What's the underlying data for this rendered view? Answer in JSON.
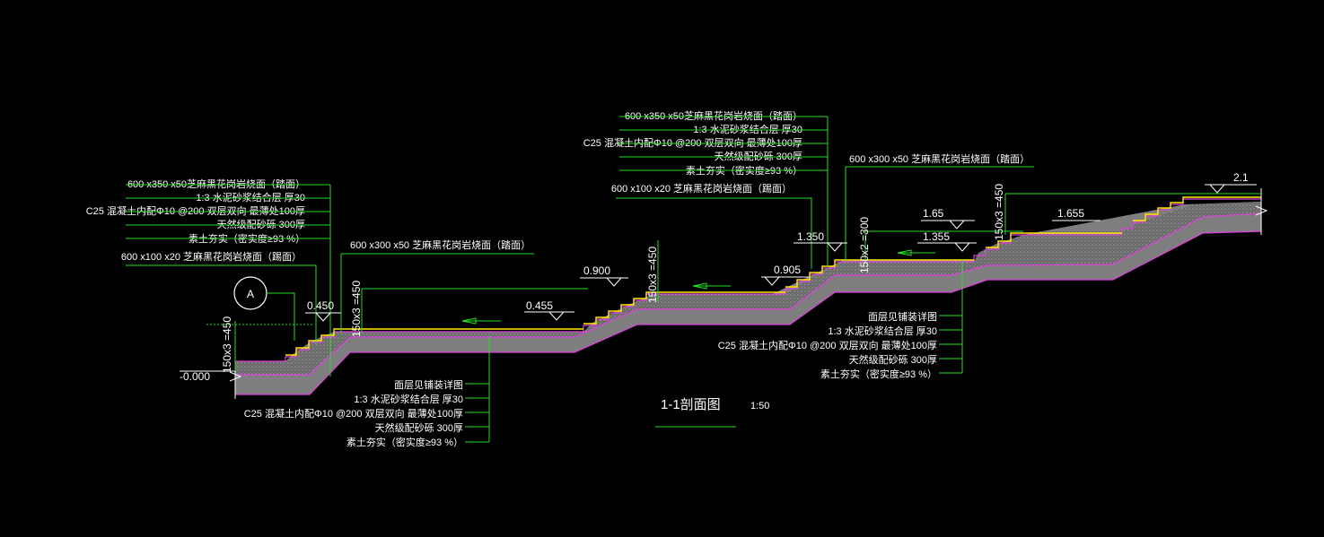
{
  "drawing": {
    "title": "1-1剖面图",
    "scale": "1:50",
    "marker": "A"
  },
  "labels_left": {
    "items": [
      "600 x350 x50芝麻黑花岗岩烧面（踏面）",
      "1:3 水泥砂浆结合层  厚30",
      "C25 混凝土内配Φ10 @200 双层双向  最薄处100厚",
      "天然级配砂砾  300厚",
      "素土夯实（密实度≥93 %）"
    ],
    "riser": "600 x100 x20 芝麻黑花岗岩烧面（踢面）",
    "tread2": "600 x300 x50 芝麻黑花岗岩烧面（踏面）"
  },
  "labels_mid_top": {
    "items": [
      "600 x350 x50芝麻黑花岗岩烧面（踏面）",
      "1:3 水泥砂浆结合层  厚30",
      "C25 混凝土内配Φ10 @200 双层双向  最薄处100厚",
      "天然级配砂砾  300厚",
      "素土夯实（密实度≥93 %）"
    ],
    "riser": "600 x100 x20 芝麻黑花岗岩烧面（踢面）",
    "tread2": "600 x300 x50 芝麻黑花岗岩烧面（踏面）"
  },
  "labels_bottom_left": {
    "items": [
      "面层见铺装详图",
      "1:3 水泥砂浆结合层  厚30",
      "C25 混凝土内配Φ10 @200 双层双向  最薄处100厚",
      "天然级配砂砾  300厚",
      "素土夯实（密实度≥93 %）"
    ]
  },
  "labels_bottom_right": {
    "items": [
      "面层见铺装详图",
      "1:3 水泥砂浆结合层  厚30",
      "C25 混凝土内配Φ10 @200 双层双向  最薄处100厚",
      "天然级配砂砾  300厚",
      "素土夯实（密实度≥93 %）"
    ]
  },
  "elevations": {
    "e0": "-0.000",
    "e1": "0.450",
    "e2": "0.455",
    "e3": "0.900",
    "e4": "0.905",
    "e5": "1.350",
    "e6": "1.355",
    "e7": "1.65",
    "e8": "1.655",
    "e9": "2.1"
  },
  "dimensions": {
    "d1": "150x3 =450",
    "d2": "150x3 =450",
    "d3": "150x3 =450",
    "d4": "150x2 =300",
    "d5": "150x3 =450"
  }
}
